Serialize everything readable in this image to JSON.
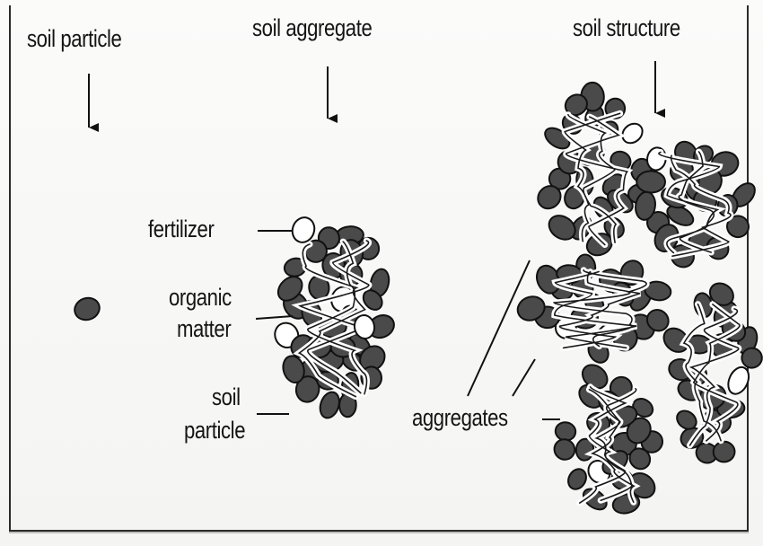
{
  "headings": {
    "particle": "soil particle",
    "aggregate": "soil aggregate",
    "structure": "soil structure"
  },
  "callouts": {
    "fertilizer": "fertilizer",
    "organic_line1": "organic",
    "organic_line2": "matter",
    "soil_line1": "soil",
    "soil_line2": "particle",
    "aggregates": "aggregates"
  },
  "colors": {
    "particle_fill": "#4a4a4a",
    "particle_stroke": "#111111",
    "fertilizer_fill": "#ffffff",
    "organic_line": "#1a1a1a"
  }
}
